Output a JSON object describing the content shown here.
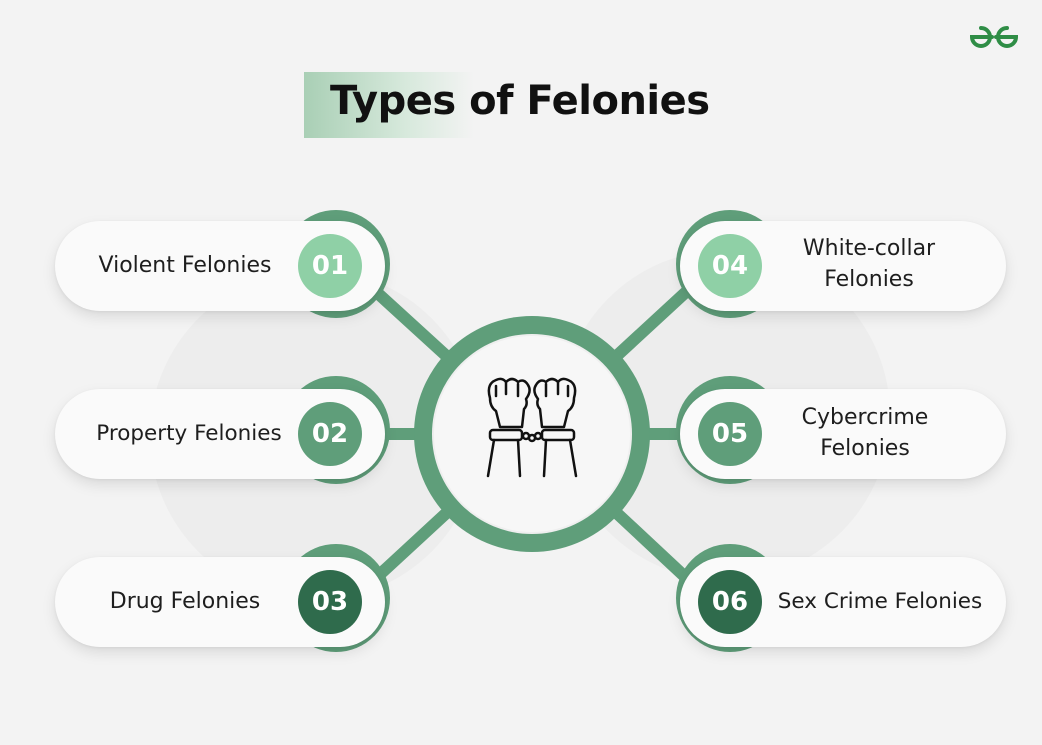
{
  "title": "Types of Felonies",
  "logo_icon": "geeksforgeeks-logo-icon",
  "center_icon": "handcuffed-hands-icon",
  "colors": {
    "ring": "#5f9e7a",
    "connector": "#5f9e7a",
    "badge_light": "#8fd0a6",
    "badge_medium": "#5f9e7a",
    "badge_dark": "#2f6b4c",
    "logo": "#2f8d46",
    "text": "#1e1e1e"
  },
  "items": [
    {
      "number": "01",
      "label": "Violent Felonies",
      "shade": "light"
    },
    {
      "number": "02",
      "label": "Property Felonies",
      "shade": "medium"
    },
    {
      "number": "03",
      "label": "Drug Felonies",
      "shade": "dark"
    },
    {
      "number": "04",
      "label": "White-collar Felonies",
      "line1": "White-collar",
      "line2": "Felonies",
      "shade": "light"
    },
    {
      "number": "05",
      "label": "Cybercrime Felonies",
      "line1": "Cybercrime",
      "line2": "Felonies",
      "shade": "medium"
    },
    {
      "number": "06",
      "label": "Sex Crime Felonies",
      "shade": "dark"
    }
  ]
}
